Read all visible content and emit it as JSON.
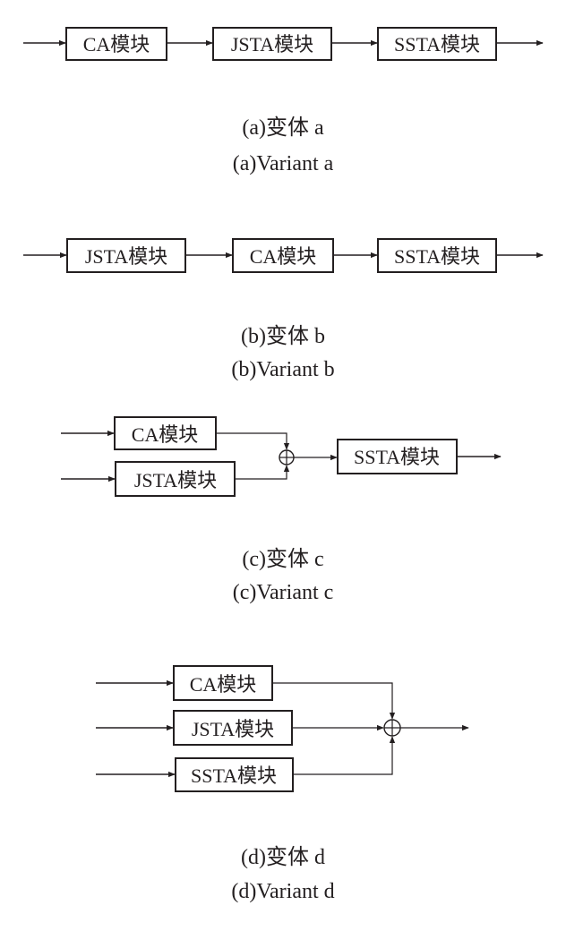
{
  "variants": {
    "a": {
      "blocks": [
        "CA模块",
        "JSTA模块",
        "SSTA模块"
      ],
      "caption_zh": "(a)变体 a",
      "caption_en": "(a)Variant a"
    },
    "b": {
      "blocks": [
        "JSTA模块",
        "CA模块",
        "SSTA模块"
      ],
      "caption_zh": "(b)变体 b",
      "caption_en": "(b)Variant b"
    },
    "c": {
      "blocks": [
        "CA模块",
        "JSTA模块",
        "SSTA模块"
      ],
      "caption_zh": "(c)变体 c",
      "caption_en": "(c)Variant c"
    },
    "d": {
      "blocks": [
        "CA模块",
        "JSTA模块",
        "SSTA模块"
      ],
      "caption_zh": "(d)变体 d",
      "caption_en": "(d)Variant d"
    }
  },
  "colors": {
    "ink": "#231f20",
    "background": "#ffffff"
  }
}
